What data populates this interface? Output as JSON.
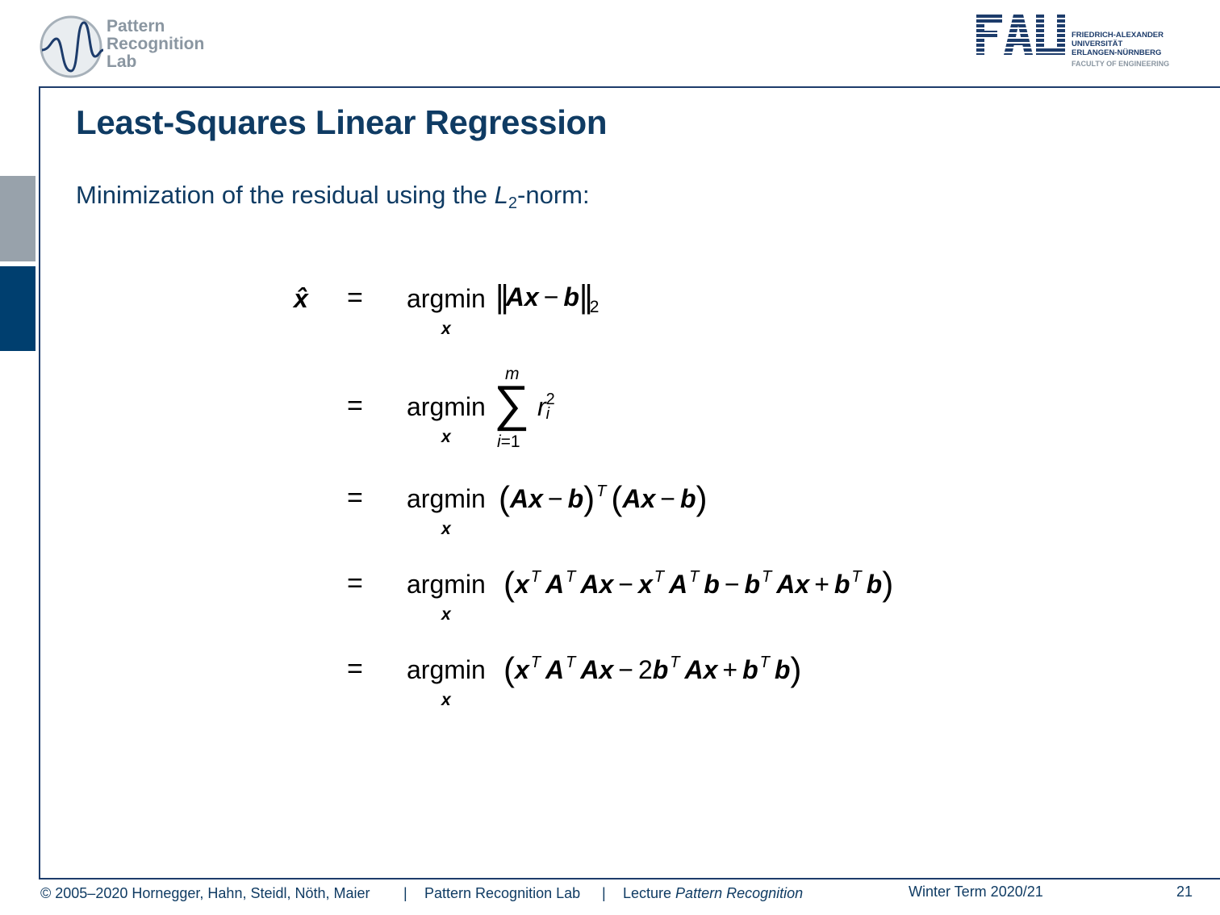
{
  "header": {
    "lab_logo_lines": [
      "Pattern",
      "Recognition",
      "Lab"
    ],
    "fau_letters": "FAU",
    "fau_university_lines": [
      "FRIEDRICH-ALEXANDER",
      "UNIVERSITÄT",
      "ERLANGEN-NÜRNBERG"
    ],
    "fau_faculty": "FACULTY OF ENGINEERING"
  },
  "slide": {
    "title": "Least-Squares Linear Regression",
    "intro_prefix": "Minimization of the residual using the ",
    "intro_symbol": "L",
    "intro_subscript": "2",
    "intro_suffix": "-norm:",
    "equations": {
      "lhs": "x̂",
      "equals": "=",
      "argmin": "argmin",
      "argmin_sub": "x",
      "sum_upper": "m",
      "sum_lower": "i=1"
    }
  },
  "footer": {
    "copyright": "© 2005–2020 Hornegger, Hahn, Steidl, Nöth, Maier",
    "separator": "|",
    "lab": "Pattern Recognition Lab",
    "lecture_prefix": "Lecture ",
    "lecture_name": "Pattern Recognition",
    "term": "Winter Term 2020/21",
    "page": "21"
  },
  "colors": {
    "brand_blue": "#0f3b63",
    "frame_blue": "#1d3c6b",
    "side_grey": "#98a2ab",
    "side_blue": "#003f6f",
    "logo_grey": "#8a96a1"
  }
}
